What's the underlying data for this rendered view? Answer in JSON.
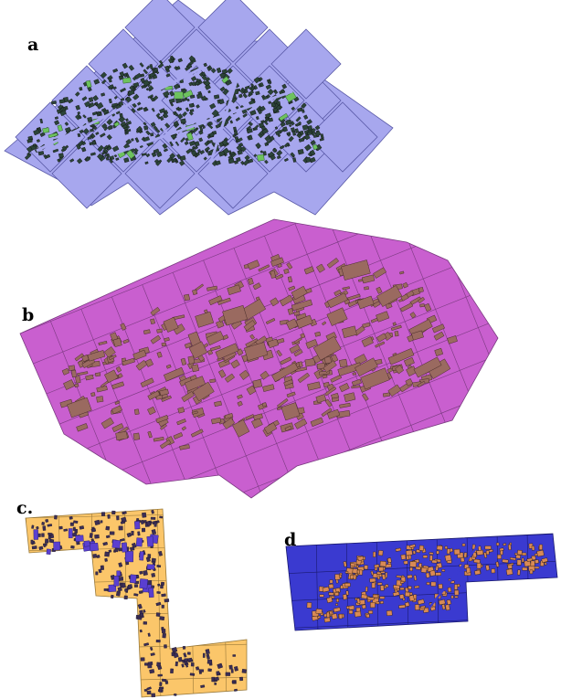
{
  "panels": [
    {
      "id": "a",
      "label": "a",
      "tile_color": "#a7a7ee",
      "building_color": "#2c4438",
      "park_color": "#6ec25e",
      "outline": "#5a5aa8"
    },
    {
      "id": "b",
      "label": "b",
      "tile_color": "#c95fcf",
      "building_color": "#9a6a60",
      "outline": "#7a3a80"
    },
    {
      "id": "c",
      "label": "c.",
      "tile_color": "#fbc66a",
      "building_color": "#3b2e55",
      "highlight_color": "#5a3fd0",
      "outline": "#9a7a3a"
    },
    {
      "id": "d",
      "label": "d",
      "tile_color": "#3a3ad0",
      "building_color": "#d88a55",
      "outline": "#1a1a70"
    }
  ]
}
